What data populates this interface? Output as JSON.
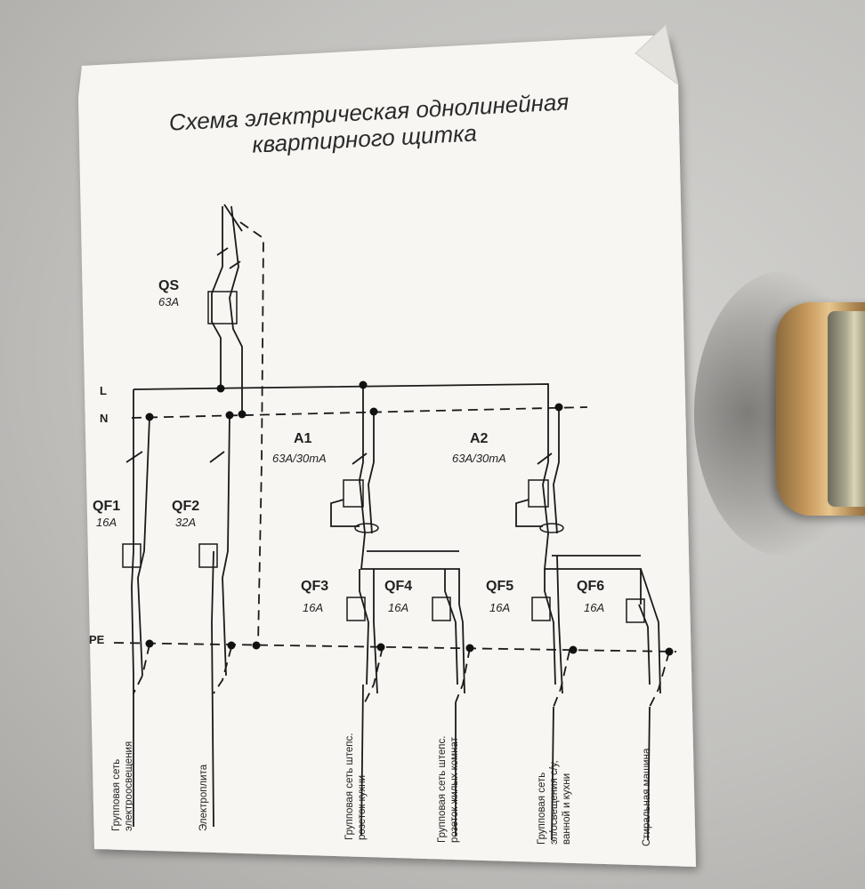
{
  "title": {
    "line1": "Схема электрическая однолинейная",
    "line2": "квартирного щитка"
  },
  "buses": {
    "L": "L",
    "N": "N",
    "PE": "PE"
  },
  "main_switch": {
    "name": "QS",
    "rating": "63A"
  },
  "rcds": [
    {
      "name": "A1",
      "rating": "63A/30mA"
    },
    {
      "name": "A2",
      "rating": "63A/30mA"
    }
  ],
  "breakers": [
    {
      "name": "QF1",
      "rating": "16A"
    },
    {
      "name": "QF2",
      "rating": "32A"
    },
    {
      "name": "QF3",
      "rating": "16A"
    },
    {
      "name": "QF4",
      "rating": "16A"
    },
    {
      "name": "QF5",
      "rating": "16A"
    },
    {
      "name": "QF6",
      "rating": "16A"
    }
  ],
  "circuits": [
    {
      "lines": [
        "Групповая сеть",
        "электроосвещения"
      ]
    },
    {
      "lines": [
        "Электроплита"
      ]
    },
    {
      "lines": [
        "Групповая сеть штепс.",
        "розеток кухни"
      ]
    },
    {
      "lines": [
        "Групповая сеть штепс.",
        "розеток жилых комнат"
      ]
    },
    {
      "lines": [
        "Групповая сеть",
        "эл/освещения с/у,",
        "ванной и кухни"
      ]
    },
    {
      "lines": [
        "Стиральная машина"
      ]
    }
  ]
}
